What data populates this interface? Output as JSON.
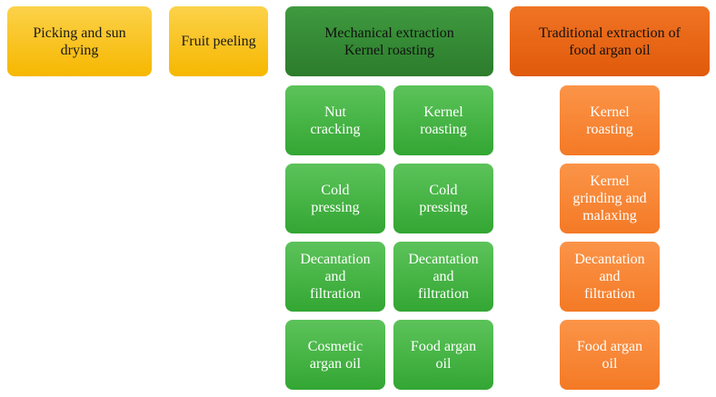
{
  "headers": {
    "picking": "Picking and sun\ndrying",
    "peeling": "Fruit peeling",
    "mechanical": "Mechanical extraction\nKernel roasting",
    "traditional": "Traditional extraction of\nfood argan oil"
  },
  "mechanical_col1": [
    "Nut\ncracking",
    "Cold\npressing",
    "Decantation\nand\nfiltration",
    "Cosmetic\nargan oil"
  ],
  "mechanical_col2": [
    "Kernel\nroasting",
    "Cold\npressing",
    "Decantation\nand\nfiltration",
    "Food argan\noil"
  ],
  "traditional_col": [
    "Kernel\nroasting",
    "Kernel\ngrinding and\nmalaxing",
    "Decantation\nand\nfiltration",
    "Food argan\noil"
  ],
  "colors": {
    "yellow": "#f6b700",
    "dark_green": "#2c7c2c",
    "green": "#33a633",
    "dark_orange": "#e05a0a",
    "orange": "#f47a26"
  }
}
